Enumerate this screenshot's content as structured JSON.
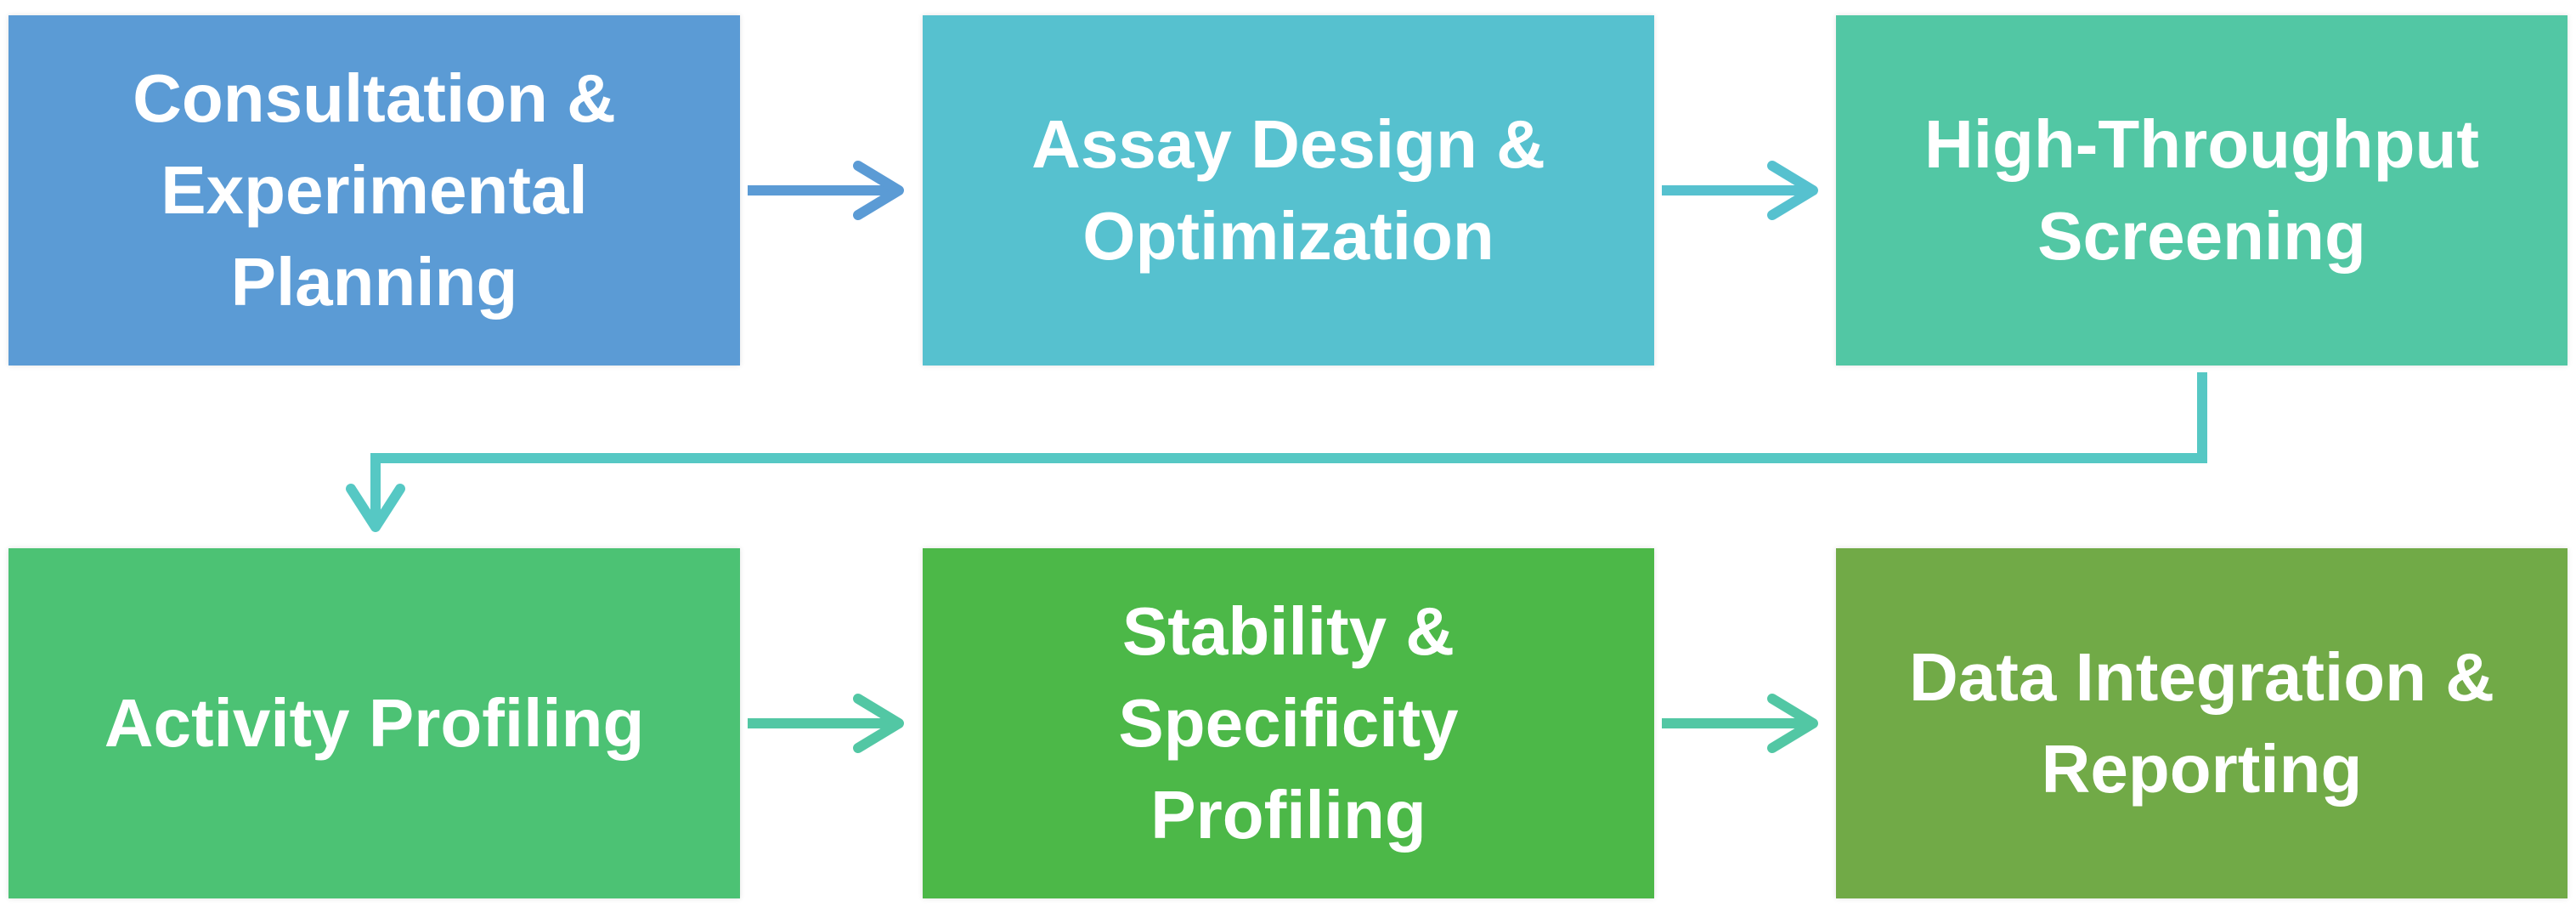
{
  "steps": [
    {
      "id": "consultation",
      "label": "Consultation &\nExperimental\nPlanning",
      "color": "#5b9bd5"
    },
    {
      "id": "assay-design",
      "label": "Assay Design &\nOptimization",
      "color": "#56c1cf"
    },
    {
      "id": "screening",
      "label": "High-Throughput\nScreening",
      "color": "#52c7a4"
    },
    {
      "id": "activity",
      "label": "Activity Profiling",
      "color": "#4cc274"
    },
    {
      "id": "stability",
      "label": "Stability &\nSpecificity\nProfiling",
      "color": "#4cb848"
    },
    {
      "id": "reporting",
      "label": "Data Integration &\nReporting",
      "color": "#71aa47"
    }
  ],
  "connector_colors": {
    "row1_arrow_1": "#5b9bd5",
    "row1_arrow_2": "#56c1cf",
    "turn_connector": "#56c8c4",
    "row2_arrows": "#52c7a4"
  }
}
